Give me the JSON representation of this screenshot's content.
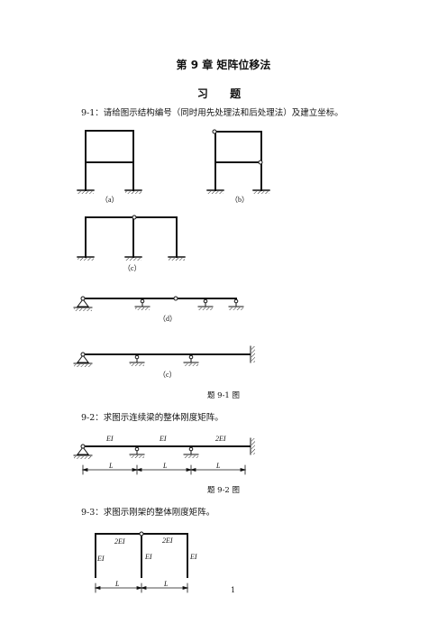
{
  "chapter_title": "第 9 章   矩阵位移法",
  "section_title": "习 题",
  "problems": [
    {
      "id": "p9-1",
      "text": "9-1：请给图示结构编号（同时用先处理法和后处理法）及建立坐标。"
    },
    {
      "id": "p9-2",
      "text": "9-2：求图示连续梁的整体刚度矩阵。"
    },
    {
      "id": "p9-3",
      "text": "9-3：求图示刚架的整体刚度矩阵。"
    }
  ],
  "figure_labels": {
    "a": "（a）",
    "b": "（b）",
    "c": "（c）",
    "d": "（d）",
    "e": "（c）"
  },
  "captions": {
    "fig9_1": "题 9-1 图",
    "fig9_2": "题 9-2 图"
  },
  "beam_92": {
    "stiffness": [
      "EI",
      "EI",
      "2EI"
    ],
    "spans": [
      "L",
      "L",
      "L"
    ]
  },
  "frame_93": {
    "beam_stiffness": [
      "2EI",
      "2EI"
    ],
    "column_stiffness": [
      "EI",
      "EI",
      "EI"
    ],
    "spans": [
      "L",
      "L"
    ]
  },
  "page_number": "1"
}
